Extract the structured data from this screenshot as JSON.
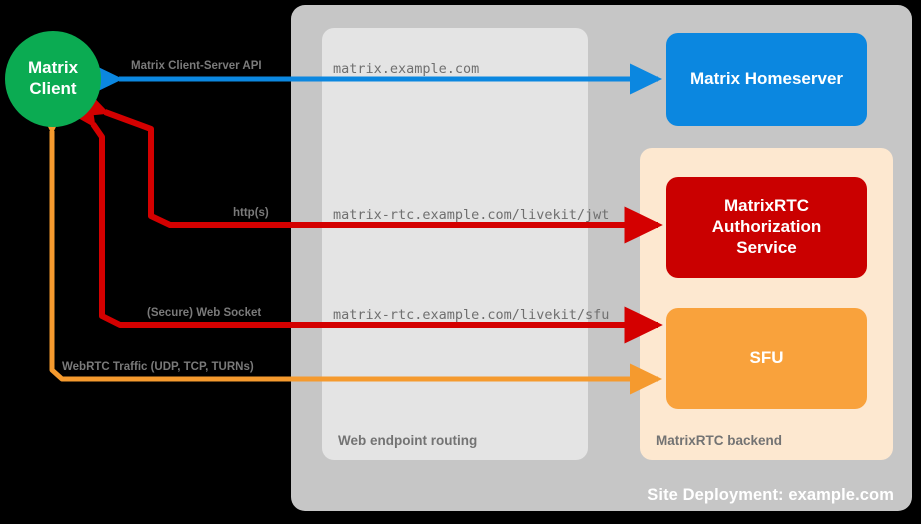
{
  "diagram": {
    "title": "Site Deployment: example.com"
  },
  "containers": {
    "site_deployment": {
      "label": "Site Deployment: example.com",
      "color": "#c6c6c6"
    },
    "web_routing": {
      "label": "Web endpoint routing",
      "color": "#e4e4e4"
    },
    "rtc_backend": {
      "label": "MatrixRTC backend",
      "color": "#fde8d0"
    }
  },
  "nodes": {
    "matrix_client": {
      "label": "Matrix\nClient",
      "line1": "Matrix",
      "line2": "Client",
      "color": "#0bab52"
    },
    "homeserver": {
      "label": "Matrix Homeserver",
      "color": "#0b87e0"
    },
    "auth_service": {
      "line1": "MatrixRTC",
      "line2": "Authorization",
      "line3": "Service",
      "label": "MatrixRTC Authorization Service",
      "color": "#ca0000"
    },
    "sfu": {
      "label": "SFU",
      "color": "#f9a23c"
    }
  },
  "edges": [
    {
      "id": "cs-api",
      "label": "Matrix Client-Server API",
      "endpoint": "matrix.example.com",
      "color": "#0b87e0",
      "from": "matrix_client",
      "to": "homeserver",
      "direction": "bidirectional"
    },
    {
      "id": "jwt",
      "label": "http(s)",
      "endpoint": "matrix-rtc.example.com/livekit/jwt",
      "color": "#d40000",
      "from": "matrix_client",
      "to": "auth_service",
      "direction": "bidirectional"
    },
    {
      "id": "websocket",
      "label": "(Secure) Web Socket",
      "endpoint": "matrix-rtc.example.com/livekit/sfu",
      "color": "#d40000",
      "from": "matrix_client",
      "to": "sfu",
      "direction": "bidirectional"
    },
    {
      "id": "webrtc",
      "label": "WebRTC Traffic (UDP, TCP, TURNs)",
      "endpoint": "",
      "color": "#f59a2e",
      "from": "matrix_client",
      "to": "sfu",
      "direction": "bidirectional"
    }
  ]
}
